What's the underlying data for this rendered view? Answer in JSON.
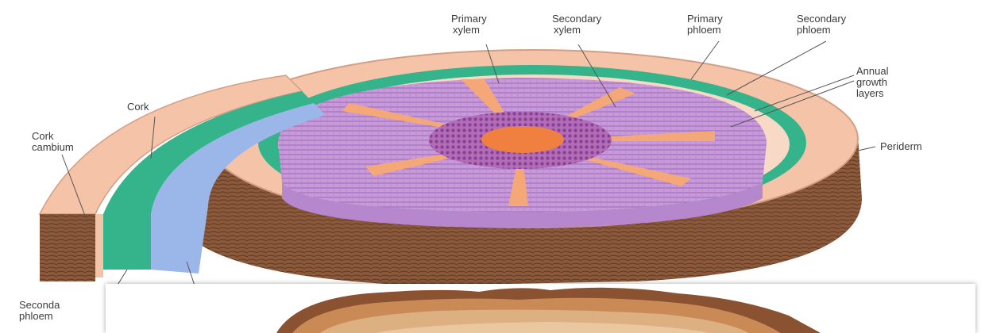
{
  "labels": {
    "primary_xylem": {
      "line1": "Primary",
      "line2": "xylem"
    },
    "secondary_xylem": {
      "line1": "Secondary",
      "line2": "xylem"
    },
    "primary_phloem": {
      "line1": "Primary",
      "line2": "phloem"
    },
    "secondary_phloem_top": {
      "line1": "Secondary",
      "line2": "phloem"
    },
    "annual_growth_layers": {
      "line1": "Annual",
      "line2": "growth",
      "line3": "layers"
    },
    "periderm": "Periderm",
    "cork": "Cork",
    "cork_cambium": {
      "line1": "Cork",
      "line2": "cambium"
    },
    "secondary_phloem_bottom": {
      "line1": "Seconda",
      "line2": "phloem"
    }
  },
  "colors": {
    "bark": "#8b5a3c",
    "cork": "#f5c3a8",
    "cambium_green": "#35b48c",
    "phloem_blue": "#9bb7ea",
    "xylem_purple": "#c89ad8",
    "pith_orange": "#f08040",
    "ray_tan": "#f4b48a",
    "photo_wood": "#c98a55"
  }
}
